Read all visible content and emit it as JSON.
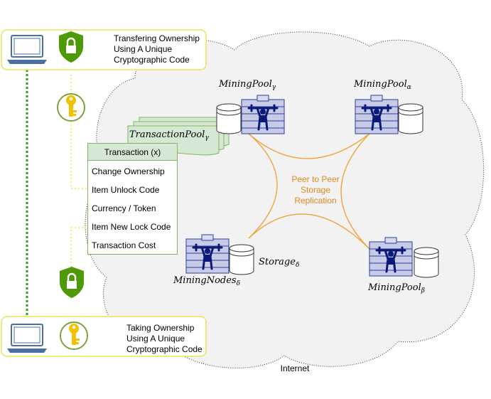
{
  "top_box": {
    "lines": [
      "Transfering Ownership",
      "Using A Unique",
      "Cryptographic Code"
    ]
  },
  "bottom_box": {
    "lines": [
      "Taking Ownership",
      "Using A Unique",
      "Cryptographic Code"
    ]
  },
  "transaction": {
    "title": "Transaction (x)",
    "items": [
      "Change Ownership",
      "Item Unlock Code",
      "Currency / Token",
      "Item New Lock Code",
      "Transaction Cost"
    ]
  },
  "transaction_pool": {
    "base": "TransactionPool",
    "sub": "γ"
  },
  "nodes": {
    "pool_gamma": {
      "base": "MiningPool",
      "sub": "γ"
    },
    "pool_alpha": {
      "base": "MiningPool",
      "sub": "α"
    },
    "pool_beta": {
      "base": "MiningPool",
      "sub": "β"
    },
    "nodes_delta": {
      "base": "MiningNodes",
      "sub": "δ"
    },
    "storage_delta": {
      "base": "Storage",
      "sub": "δ"
    }
  },
  "peer_label": [
    "Peer to Peer",
    "Storage",
    "Replication"
  ],
  "cloud_label": "Internet",
  "colors": {
    "box_border": "#e6e65a",
    "shield": "#4e9a06",
    "key_ring": "#7aa33c",
    "key": "#f2c200",
    "flow_arrow": "#2e9e1f",
    "yellow_dots": "#f1f16a",
    "peer_lines": "#f0a030",
    "server_blue": "#2a3f9e",
    "cloud_fill": "#f2f2f2",
    "tx_header": "#d5e8d4",
    "tx_border": "#82b366"
  }
}
